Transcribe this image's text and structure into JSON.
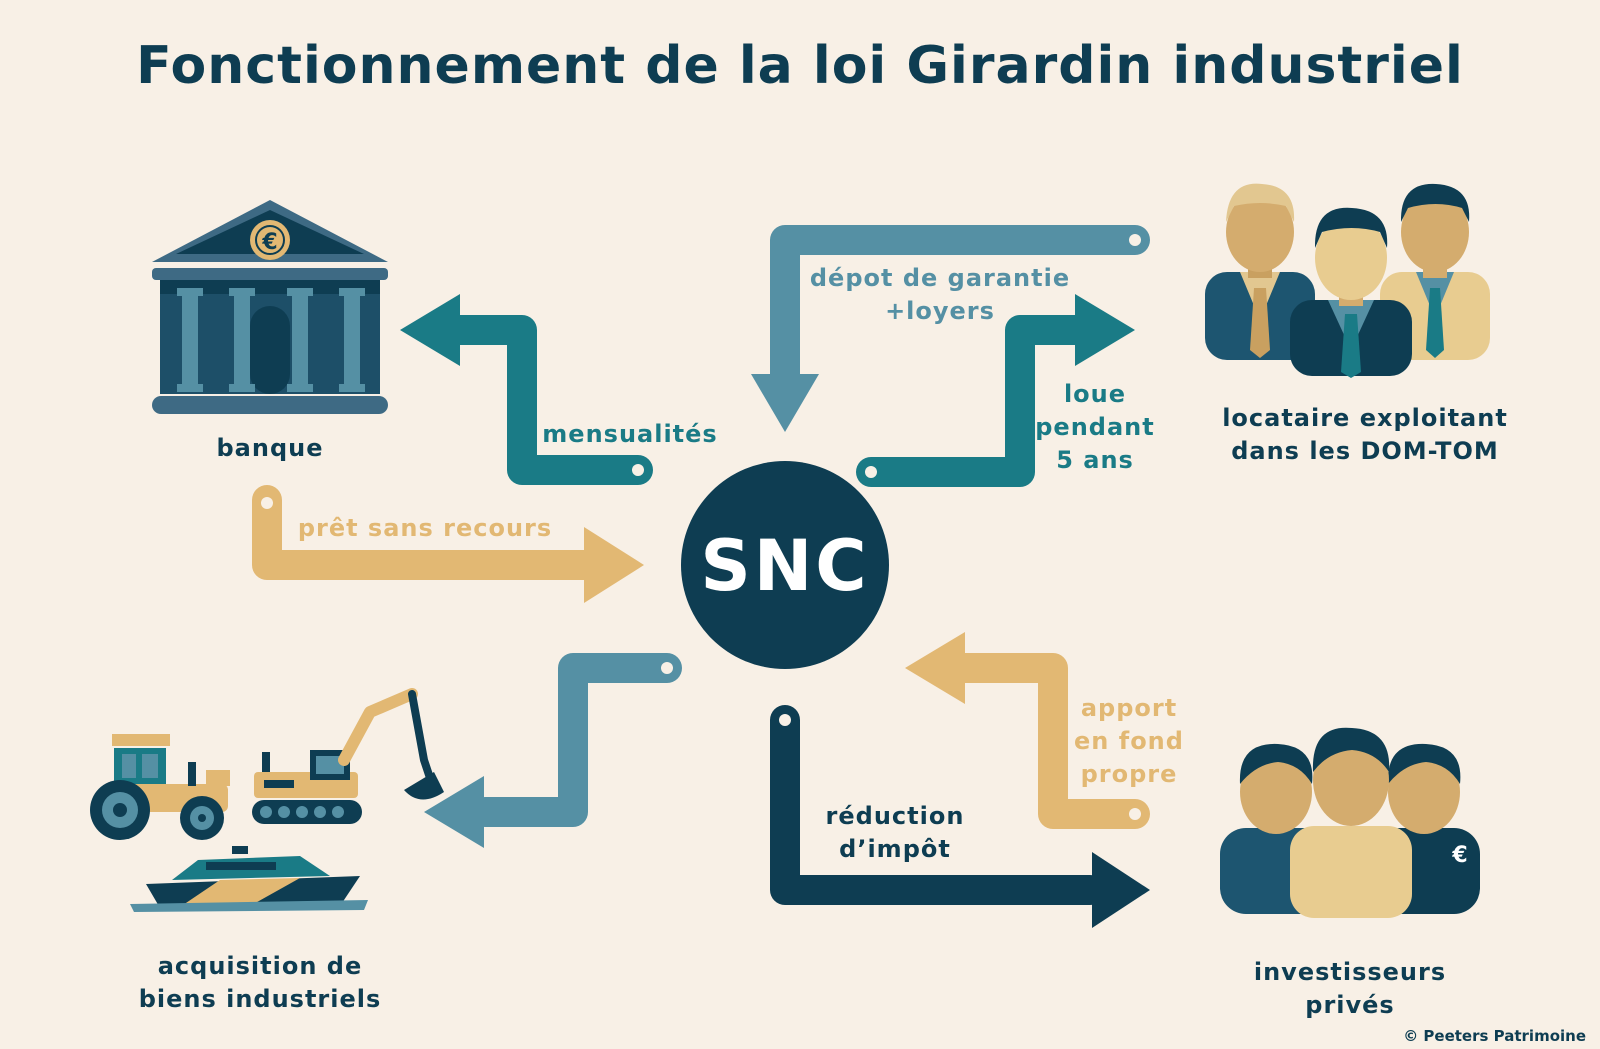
{
  "title": "Fonctionnement de la loi Girardin industriel",
  "center": "SNC",
  "entities": {
    "banque": "banque",
    "locataire": "locataire exploitant\ndans les DOM-TOM",
    "acquisition": "acquisition de\nbiens industriels",
    "investisseurs": "investisseurs\nprivés"
  },
  "flows": {
    "mensualites": "mensualités",
    "pret": "prêt sans recours",
    "depot": "dépot  de garantie\n+loyers",
    "loue": "loue\npendant\n5 ans",
    "apport": "apport\nen fond\npropre",
    "reduction": "réduction\nd’impôt"
  },
  "icons": {
    "bank_symbol": "€",
    "investor_symbol": "€"
  },
  "credit": "© Peeters Patrimoine",
  "colors": {
    "dark": "#0e3d52",
    "teal": "#1a7b86",
    "blue": "#5590a4",
    "gold": "#e2b873",
    "background": "#f8f0e6"
  }
}
